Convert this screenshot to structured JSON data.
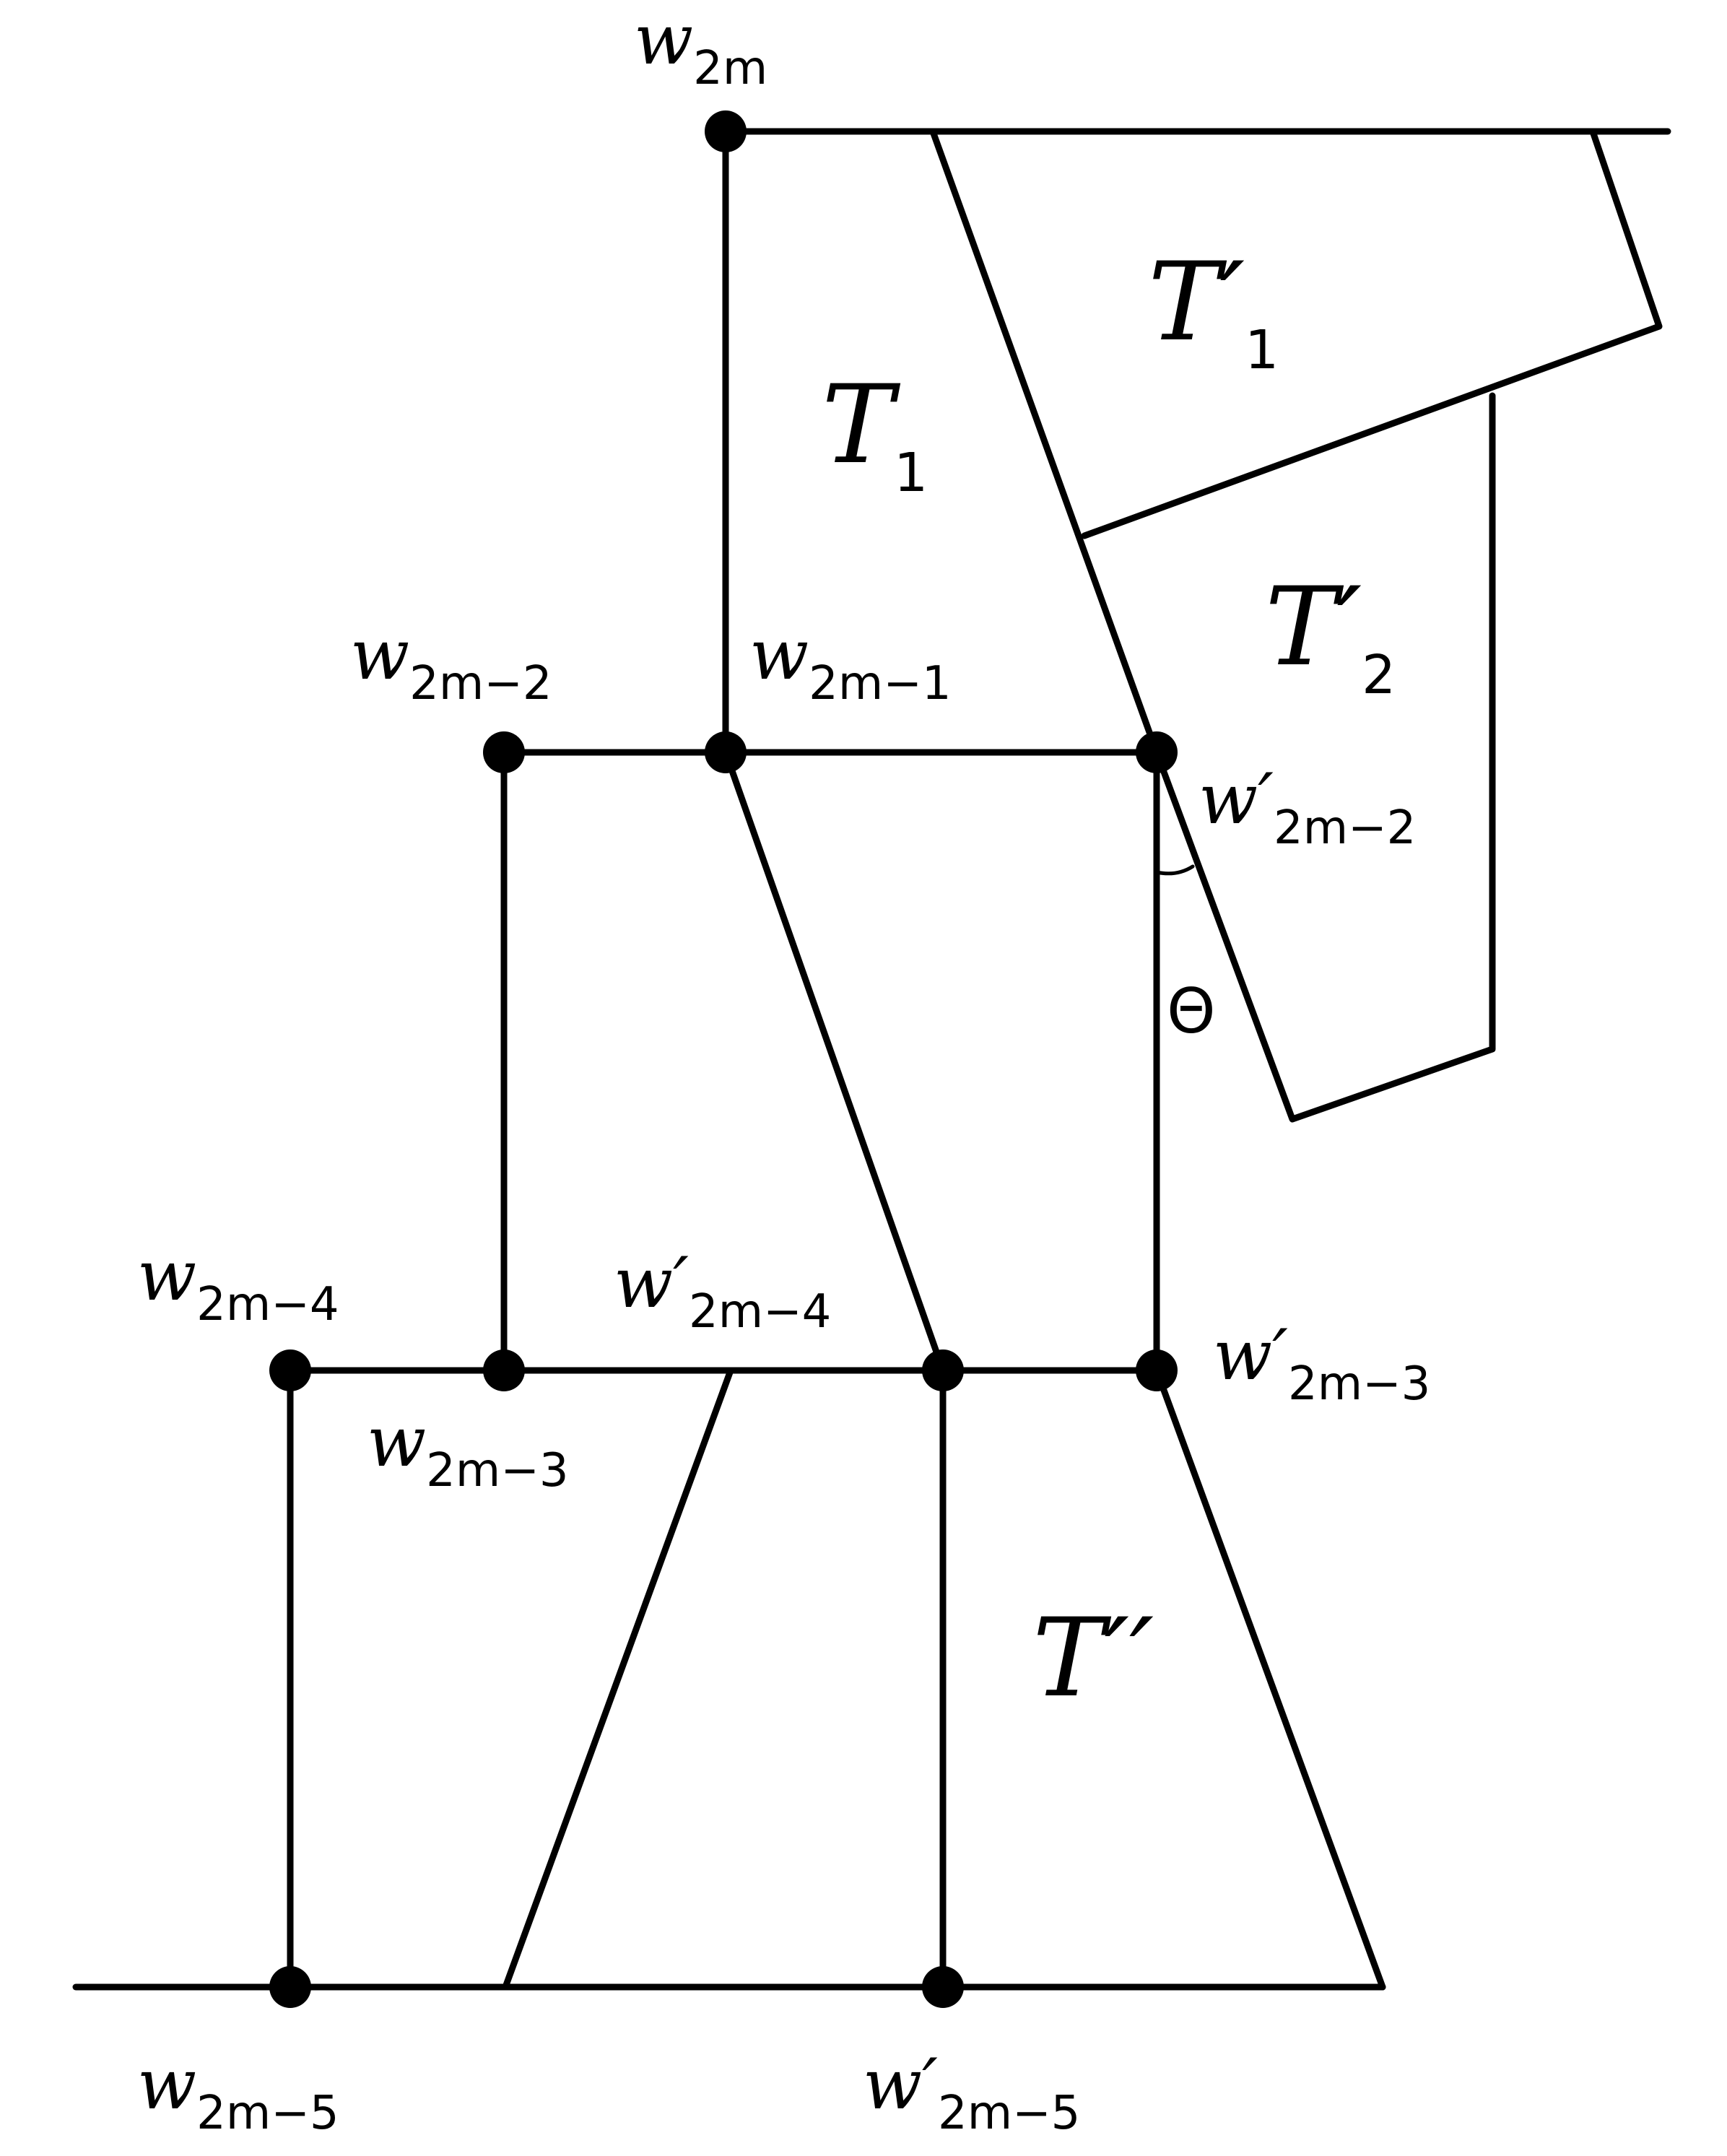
{
  "vertices": {
    "w2m": {
      "base": "w",
      "prime": "",
      "sub": "2m"
    },
    "w2m1": {
      "base": "w",
      "prime": "",
      "sub": "2m−1"
    },
    "w2m2": {
      "base": "w",
      "prime": "",
      "sub": "2m−2"
    },
    "w2m3": {
      "base": "w",
      "prime": "",
      "sub": "2m−3"
    },
    "w2m4": {
      "base": "w",
      "prime": "",
      "sub": "2m−4"
    },
    "w2m5": {
      "base": "w",
      "prime": "",
      "sub": "2m−5"
    },
    "wp2m2": {
      "base": "w",
      "prime": "′",
      "sub": "2m−2"
    },
    "wp2m3": {
      "base": "w",
      "prime": "′",
      "sub": "2m−3"
    },
    "wp2m4": {
      "base": "w",
      "prime": "′",
      "sub": "2m−4"
    },
    "wp2m5": {
      "base": "w",
      "prime": "′",
      "sub": "2m−5"
    }
  },
  "regions": {
    "T1": {
      "base": "T",
      "prime": "",
      "sub": "1"
    },
    "Tp1": {
      "base": "T",
      "prime": "′",
      "sub": "1"
    },
    "Tp2": {
      "base": "T",
      "prime": "′",
      "sub": "2"
    },
    "Tpp": {
      "base": "T",
      "prime": "′′",
      "sub": ""
    }
  },
  "angle": {
    "symbol": "Θ"
  },
  "colors": {
    "stroke": "#000000",
    "background": "#ffffff"
  }
}
